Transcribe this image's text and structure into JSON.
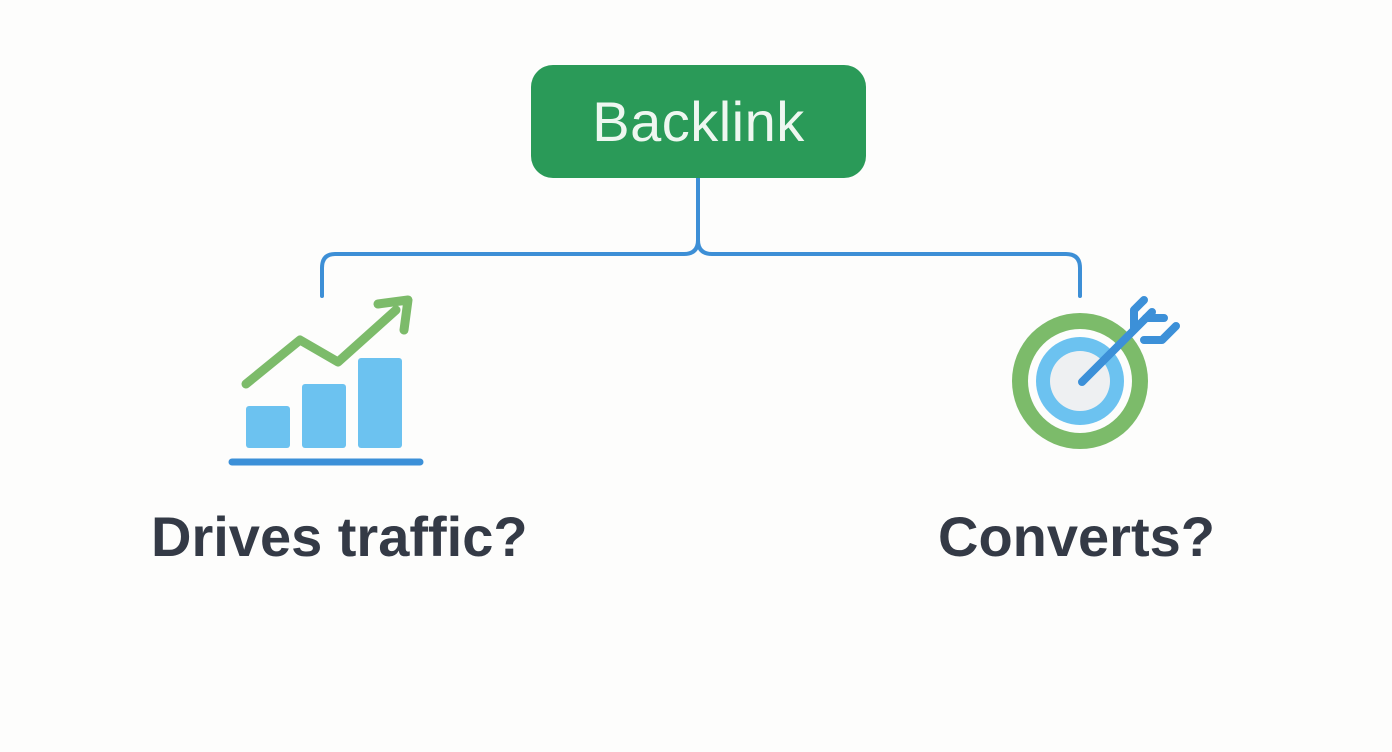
{
  "diagram": {
    "root": {
      "label": "Backlink"
    },
    "branches": [
      {
        "label": "Drives traffic?",
        "icon": "growth-chart-icon"
      },
      {
        "label": "Converts?",
        "icon": "target-icon"
      }
    ]
  },
  "colors": {
    "background": "#fdfdfc",
    "root_fill": "#2a9a58",
    "root_text": "#eef7f0",
    "connector": "#3d8fd6",
    "label_text": "#343a46",
    "green_accent": "#7cbb6a",
    "light_blue": "#6cc2f0",
    "mid_blue": "#3c90d8",
    "target_center": "#eef0f2"
  }
}
